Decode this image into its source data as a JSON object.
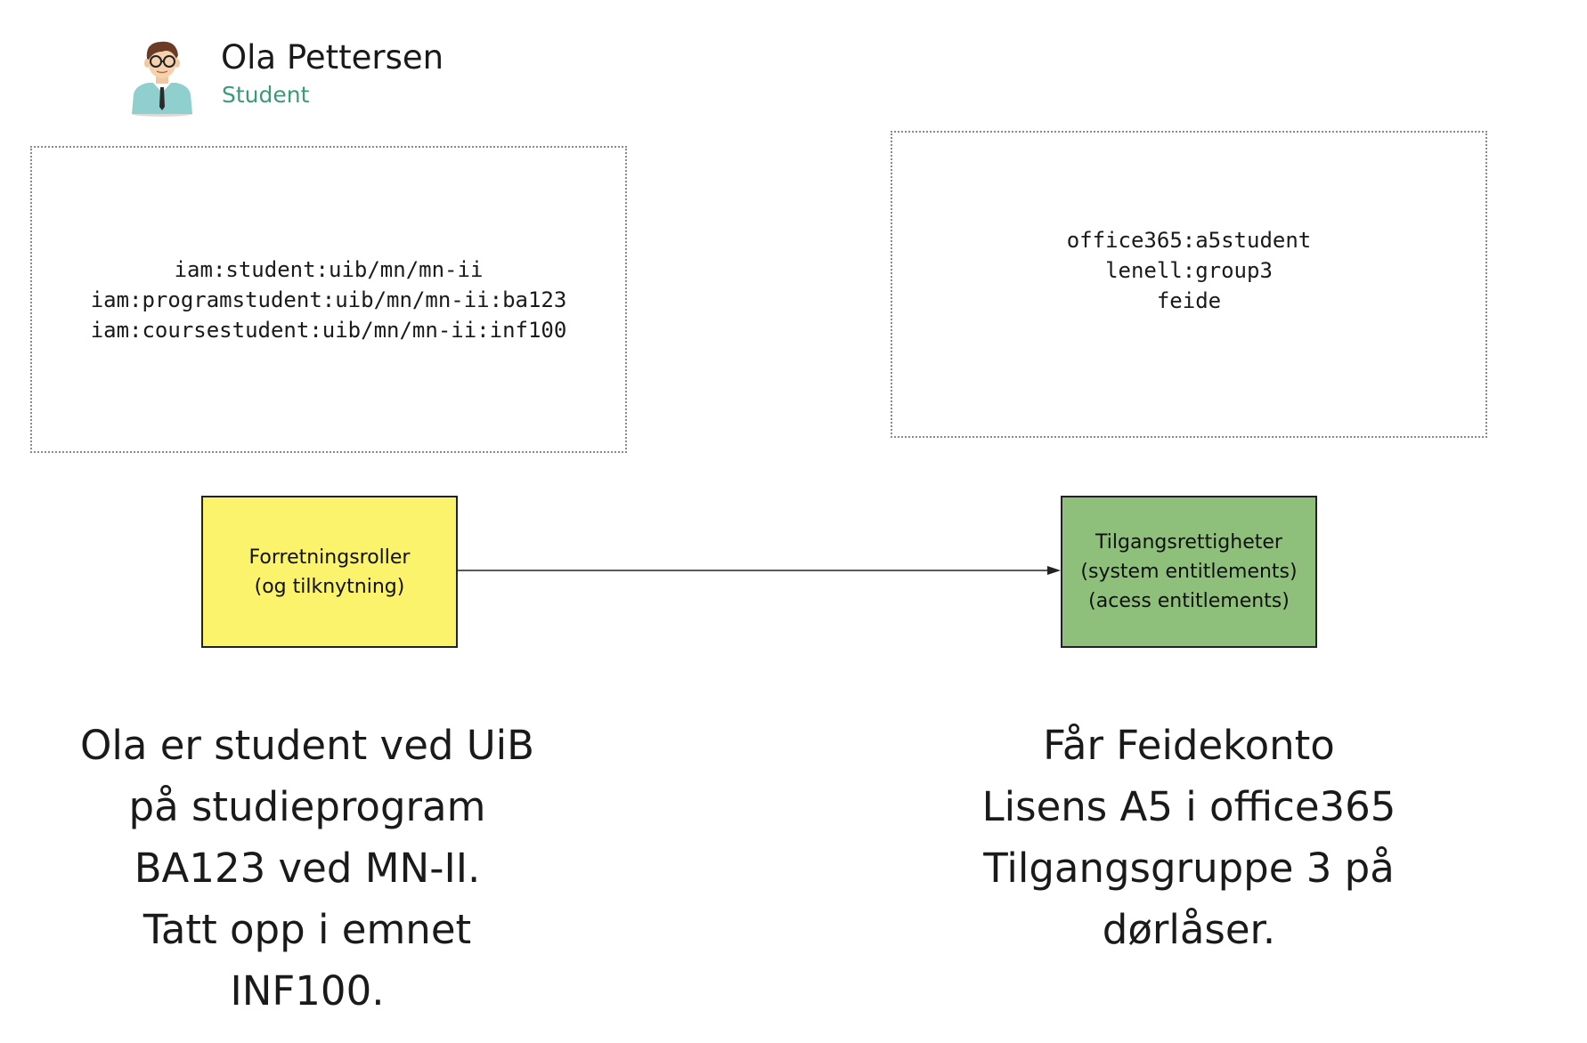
{
  "person": {
    "name": "Ola Pettersen",
    "role": "Student",
    "avatar_icon": "person-with-glasses-icon"
  },
  "left_box": {
    "lines": [
      "iam:student:uib/mn/mn-ii",
      "iam:programstudent:uib/mn/mn-ii:ba123",
      "iam:coursestudent:uib/mn/mn-ii:inf100"
    ]
  },
  "right_box": {
    "lines": [
      "office365:a5student",
      "lenell:group3",
      "feide"
    ]
  },
  "business_roles": {
    "line1": "Forretningsroller",
    "line2": "(og tilknytning)",
    "color": "#fbf36c"
  },
  "entitlements": {
    "line1": "Tilgangsrettigheter",
    "line2": "(system entitlements)",
    "line3": "(acess entitlements)",
    "color": "#8fc07b"
  },
  "left_caption": {
    "lines": [
      "Ola er student ved UiB",
      "på studieprogram",
      "BA123 ved MN-II.",
      "Tatt opp i emnet",
      "INF100."
    ]
  },
  "right_caption": {
    "lines": [
      "Får Feidekonto",
      "Lisens A5 i office365",
      "Tilgangsgruppe 3 på",
      "dørlåser."
    ]
  }
}
